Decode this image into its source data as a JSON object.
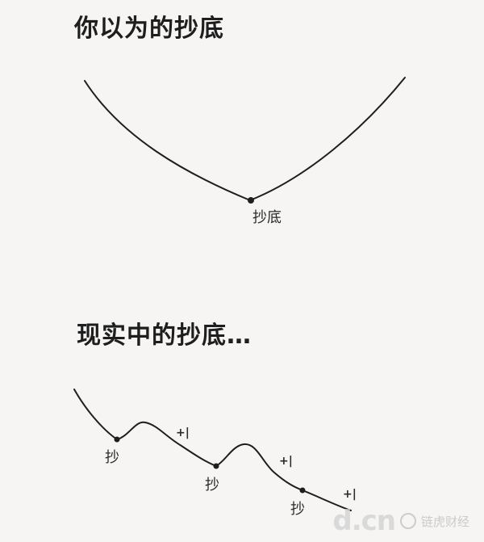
{
  "top_panel": {
    "title": "你以为的抄底",
    "point_label": "抄底"
  },
  "bottom_panel": {
    "title": "现实中的抄底…",
    "point_labels": [
      "抄",
      "抄",
      "抄"
    ],
    "tick_marks": [
      "+|",
      "+|",
      "+|"
    ]
  },
  "watermark": {
    "logo": "d.cn",
    "text": "链虎财经"
  },
  "colors": {
    "ink": "#1e1e1e",
    "paper": "#f6f5f3"
  }
}
